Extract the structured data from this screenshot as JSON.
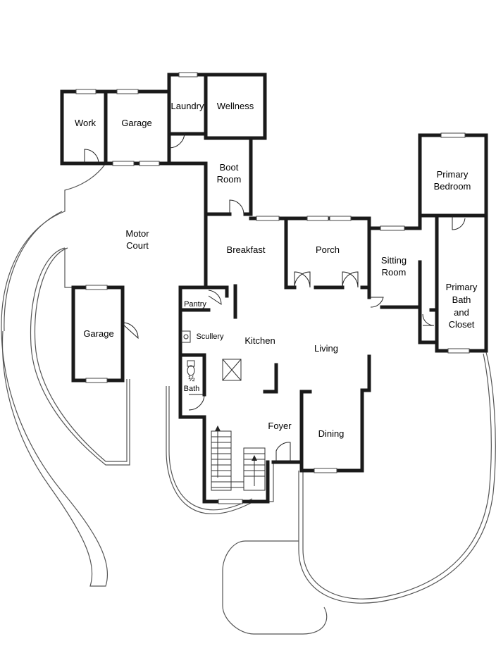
{
  "rooms": {
    "work": "Work",
    "garage_top": "Garage",
    "laundry": "Laundry",
    "wellness": "Wellness",
    "boot_room": [
      "Boot",
      "Room"
    ],
    "primary_bedroom": [
      "Primary",
      "Bedroom"
    ],
    "motor_court": [
      "Motor",
      "Court"
    ],
    "breakfast": "Breakfast",
    "porch": "Porch",
    "sitting_room": [
      "Sitting",
      "Room"
    ],
    "primary_bath": [
      "Primary",
      "Bath",
      "and",
      "Closet"
    ],
    "pantry": "Pantry",
    "scullery": "Scullery",
    "kitchen": "Kitchen",
    "living": "Living",
    "garage_bottom": "Garage",
    "half_bath": [
      "½",
      "Bath"
    ],
    "foyer": "Foyer",
    "dining": "Dining"
  }
}
